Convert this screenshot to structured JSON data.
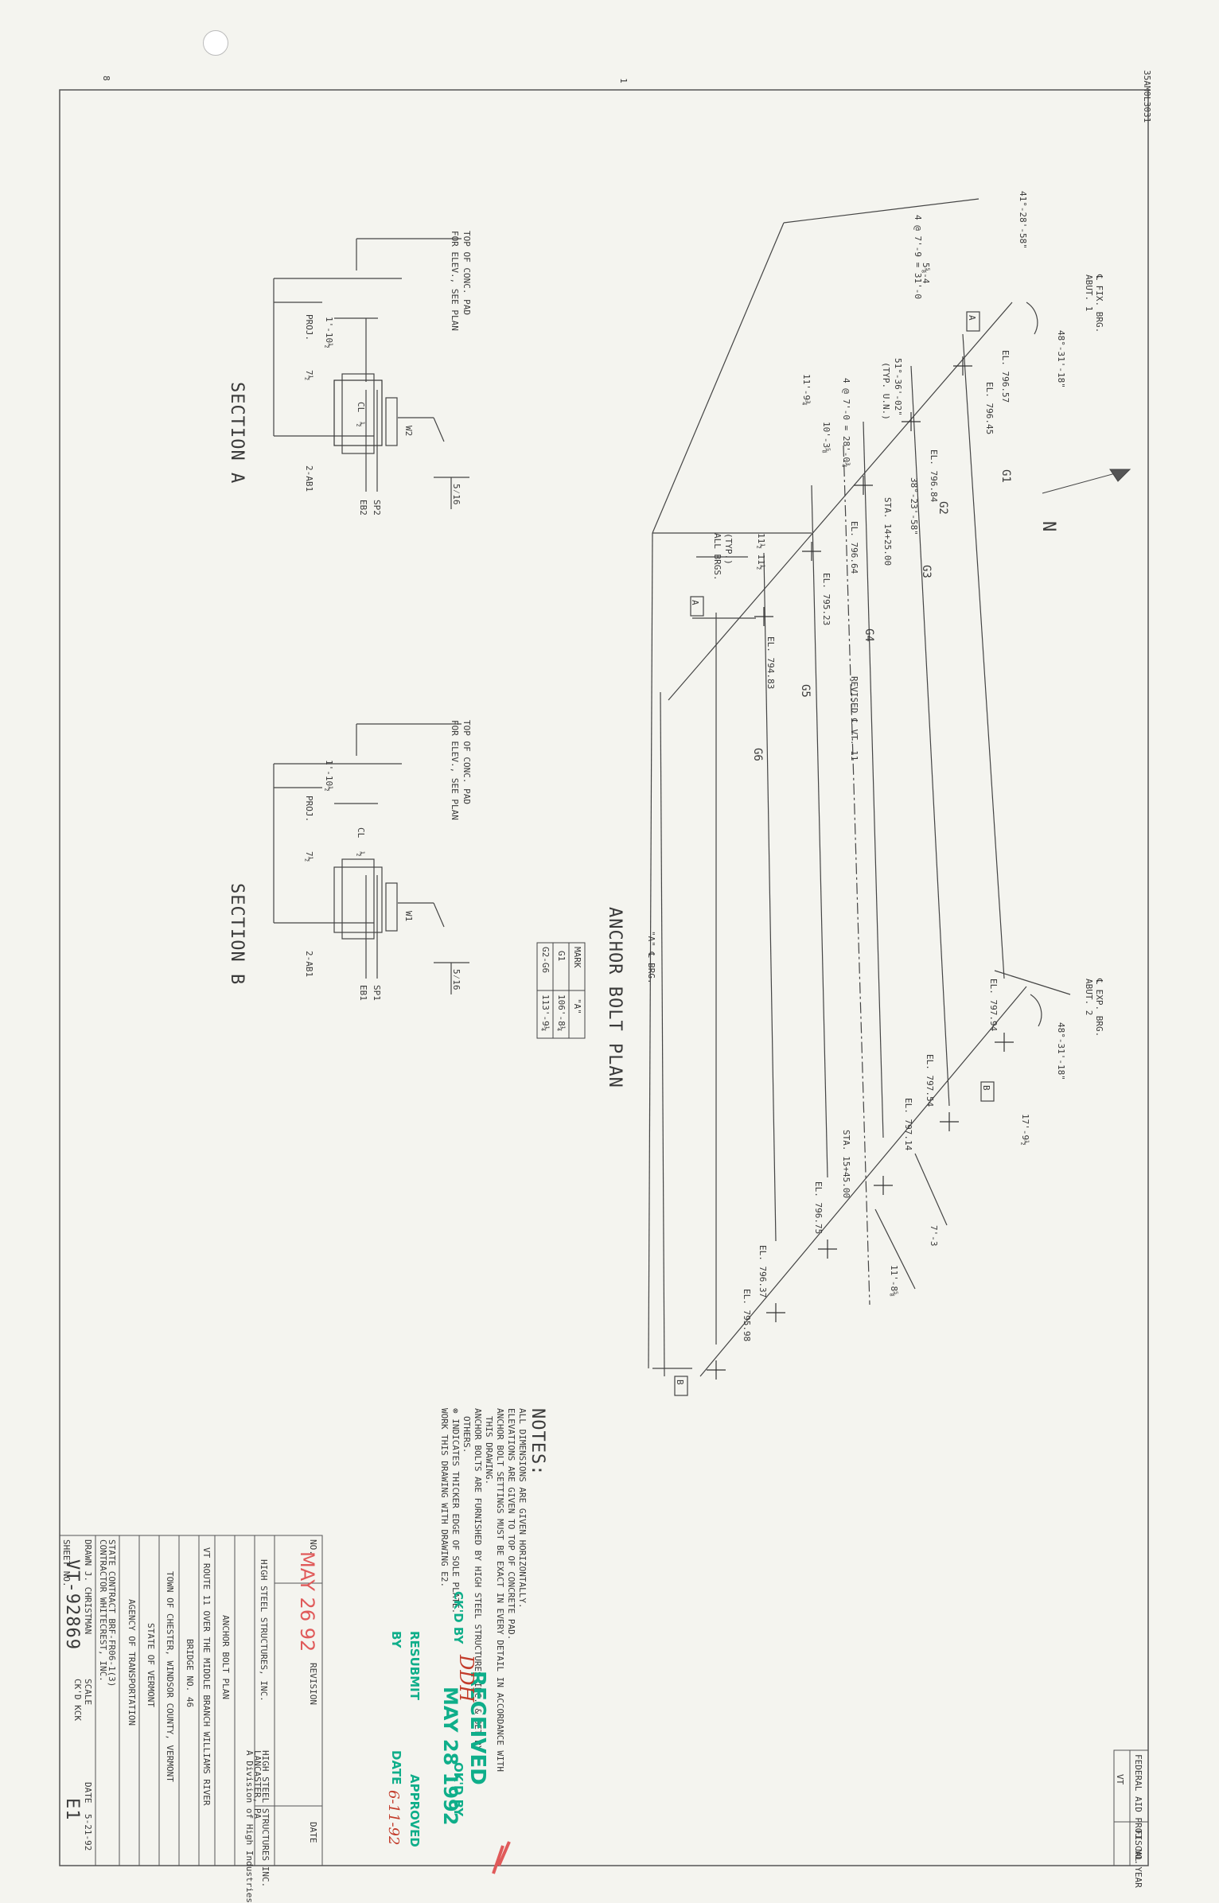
{
  "sheet": {
    "corner_mark_left": "8",
    "corner_mark_right": "35AM0L3031",
    "top_tick": "1"
  },
  "section_a": {
    "title": "SECTION A",
    "top_note_1": "TOP OF CONC. PAD",
    "top_note_2": "FOR ELEV., SEE PLAN",
    "dim_overall": "1'-10½",
    "dim_proj": "PROJ.",
    "dim_7": "7½",
    "dim_cl": "CL",
    "dim_half": "½",
    "bolt": "2-AB1",
    "weld": "W2",
    "plate_1": "SP2",
    "plate_2": "EB2",
    "weld_size": "5⁄16"
  },
  "section_b": {
    "title": "SECTION B",
    "top_note_1": "TOP OF CONC. PAD",
    "top_note_2": "FOR ELEV., SEE PLAN",
    "dim_overall": "1'-10½",
    "dim_proj": "PROJ.",
    "dim_7": "7½",
    "dim_cl": "CL",
    "dim_half": "½",
    "bolt": "2-AB1",
    "weld": "W1",
    "plate_1": "SP1",
    "plate_2": "EB1",
    "weld_size": "5⁄16"
  },
  "plan": {
    "title": "ANCHOR BOLT PLAN",
    "table_headers": [
      "MARK",
      "\"A\""
    ],
    "table_rows": [
      [
        "G1",
        "106'-8¼"
      ],
      [
        "G2-G6",
        "113'-9¼"
      ]
    ],
    "top_dim": "4 @ 7'-9 = 31'-0",
    "skew_fix": "41°-28'-58\"",
    "fix_brg_1": "℄ FIX. BRG.",
    "fix_brg_2": "ABUT. 1",
    "angle_fix": "48°-31'-18\"",
    "angle_exp": "48°-31'-18\"",
    "exp_brg_1": "℄ EXP. BRG.",
    "exp_brg_2": "ABUT. 2",
    "sta_1": "STA. 14+25.00",
    "sta_2": "STA. 15+45.00",
    "revised": "REVISED ℄ VT. 11",
    "a_brg": "\"A\" ℄ BRG.",
    "typ_1": "(TYP.)",
    "typ_2": "ALL BRGS.",
    "dim_sixteen": "11½ 11½",
    "typ_ul": "(TYP. U.N.)",
    "angle_1": "51°-36'-02\"",
    "angle_2": "38°-23'-58\"",
    "dim_a1": "5⅝-4",
    "dim_a2": "4 @ 7'-0 = 28'-0¾",
    "dim_a3": "10'-3⅝",
    "dim_a4": "11'-9¾",
    "dim_b1": "17'-9½",
    "dim_b2": "7'-3",
    "dim_b3": "11'-8⅝",
    "girders": [
      "G1",
      "G2",
      "G3",
      "G4",
      "G5",
      "G6"
    ],
    "elevations_abut1": [
      "EL. 796.57",
      "EL. 796.45",
      "EL. 796.84",
      "EL. 796.64",
      "EL. 795.23",
      "EL. 794.83"
    ],
    "elevations_abut2": [
      "EL. 797.94",
      "EL. 797.54",
      "EL. 797.14",
      "EL. 796.75",
      "EL. 796.37",
      "EL. 795.98"
    ],
    "sec_a": "A",
    "sec_b": "B",
    "north": "N"
  },
  "notes": {
    "title": "NOTES:",
    "lines": [
      "ALL DIMENSIONS ARE GIVEN HORIZONTALLY.",
      "ELEVATIONS ARE GIVEN TO TOP OF CONCRETE PAD.",
      "ANCHOR BOLT SETTINGS MUST BE EXACT IN EVERY DETAIL IN ACCORDANCE WITH",
      "THIS DRAWING.",
      "ANCHOR BOLTS ARE FURNISHED BY HIGH STEEL STRUCTURES INC. & SET BY",
      "OTHERS.",
      "⊗ INDICATES THICKER EDGE OF SOLE PLATE.",
      "WORK THIS DRAWING WITH DRAWING E2."
    ]
  },
  "title_block": {
    "no_label": "NO.",
    "revision_label": "REVISION",
    "date_label": "DATE",
    "company": "HIGH STEEL STRUCTURES, INC.",
    "company_sub_1": "HIGH STEEL STRUCTURES INC.",
    "company_sub_2": "LANCASTER, PA",
    "company_sub_3": "A Division of High Industries",
    "drawing_title": "ANCHOR BOLT PLAN",
    "project_1": "VT ROUTE 11 OVER THE MIDDLE BRANCH WILLIAMS RIVER",
    "project_2": "BRIDGE NO. 46",
    "project_3": "TOWN OF CHESTER, WINDSOR COUNTY, VERMONT",
    "agency_1": "STATE OF VERMONT",
    "agency_2": "AGENCY OF TRANSPORTATION",
    "contract": "STATE CONTRACT  BRF-FR06-1(3)",
    "contractor": "CONTRACTOR  WHITECREST, INC.",
    "drawn": "DRAWN  J. CHRISTMAN",
    "sheet_no": "SHEET NO.",
    "contract_no": "VT-92869",
    "drawing_no": "E1",
    "scale": "SCALE",
    "date_value": "5-21-92",
    "ck": "CK'D  KCK",
    "date_label_2": "DATE"
  },
  "corner_block": {
    "state": "VT",
    "label_1": "FEDERAL AID PROJ. NO.",
    "label_2": "FISCAL YEAR"
  },
  "stamps": {
    "received": "RECEIVED",
    "date": "MAY 28 1992",
    "ckd": "CK'D BY",
    "ckd_initials": "DDH",
    "okd": "BY",
    "okd_2": "OK'D BY",
    "resubmit": "RESUBMIT",
    "approved": "APPROVED",
    "by": "BY",
    "date_label": "DATE",
    "date_value": "6-11-92",
    "red_date": "MAY 26 92"
  }
}
